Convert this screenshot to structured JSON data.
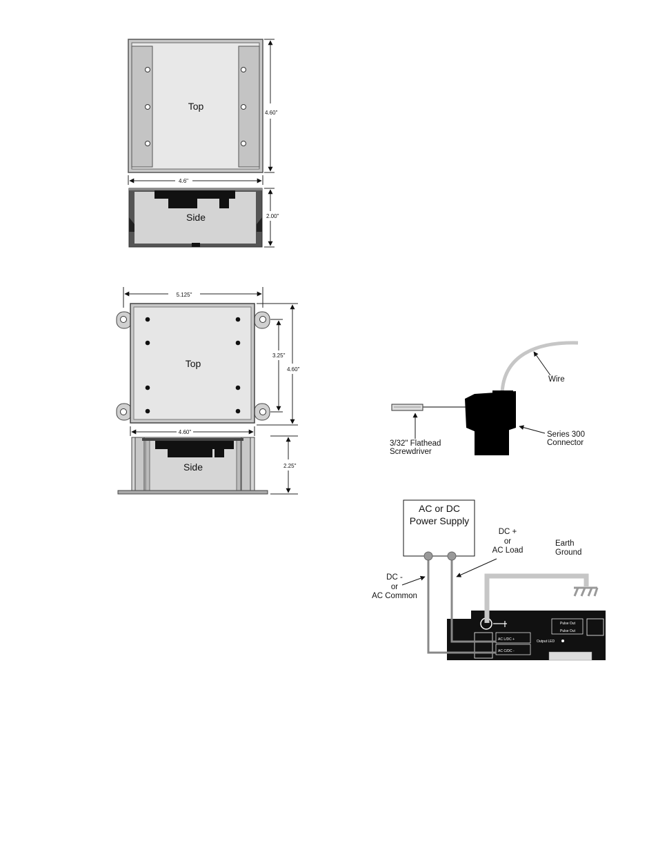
{
  "fig1": {
    "top_label": "Top",
    "side_label": "Side",
    "dim_height": "4.60\"",
    "dim_width": "4.6\"",
    "dim_side": "2.00\""
  },
  "fig2": {
    "top_label": "Top",
    "side_label": "Side",
    "dim_overall_width": "5.125\"",
    "dim_hole_spacing": "3.25\"",
    "dim_height": "4.60\"",
    "dim_width": "4.60\"",
    "dim_side": "2.25\""
  },
  "fig3": {
    "wire_label": "Wire",
    "screwdriver_label_1": "3/32\" Flathead",
    "screwdriver_label_2": "Screwdriver",
    "connector_label_1": "Series 300",
    "connector_label_2": "Connector"
  },
  "fig4": {
    "power_supply_1": "AC or DC",
    "power_supply_2": "Power Supply",
    "dc_plus_1": "DC +",
    "dc_plus_2": "or",
    "dc_plus_3": "AC Load",
    "dc_minus_1": "DC -",
    "dc_minus_2": "or",
    "dc_minus_3": "AC Common",
    "earth_1": "Earth",
    "earth_2": "Ground",
    "terminal_1": "AC L/DC +",
    "terminal_2": "AC C/DC -",
    "pulse_out_1": "Pulse Out",
    "pulse_out_2": "Pulse Out",
    "output_led": "Output LED"
  }
}
